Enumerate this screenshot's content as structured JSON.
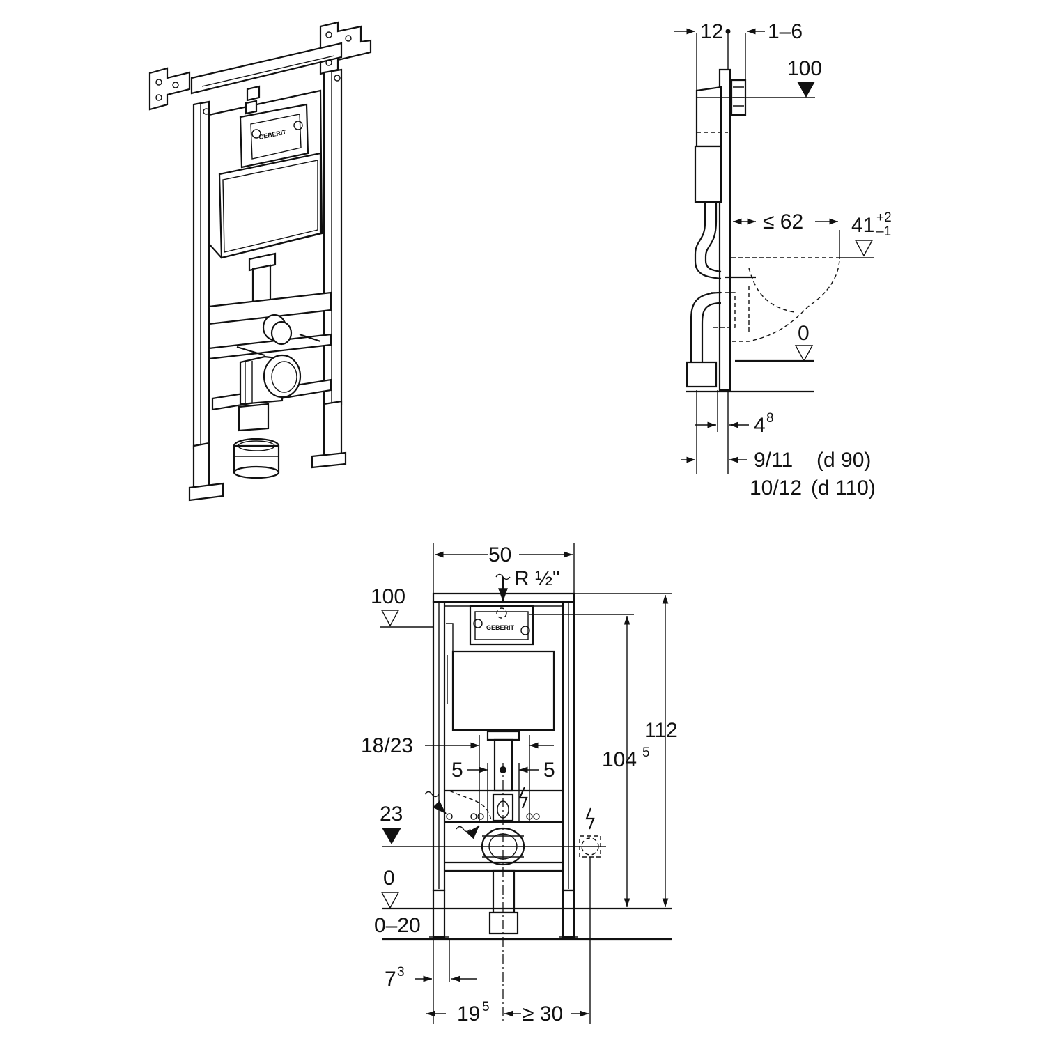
{
  "brand": "GEBERIT",
  "side_view": {
    "dim_wall_offset": "12",
    "dim_adjust": "1–6",
    "level_top": "100",
    "dim_bowl_depth": "≤ 62",
    "dim_seat_height_base": "41",
    "dim_seat_height_tol_plus": "+2",
    "dim_seat_height_tol_minus": "–1",
    "level_floor": "0",
    "dim_foot_base": "4",
    "dim_foot_sup": "8",
    "dim_pipe_d90": "9/11",
    "label_d90": "(d 90)",
    "dim_pipe_d110": "10/12",
    "label_d110": "(d 110)"
  },
  "front_view": {
    "dim_width": "50",
    "water_supply": "R ½\"",
    "level_top": "100",
    "dim_total_height": "112",
    "dim_height_base": "104",
    "dim_height_sup": "5",
    "dim_bolt_spacing": "18/23",
    "dim_left_5": "5",
    "dim_right_5": "5",
    "level_drain": "23",
    "level_floor": "0",
    "dim_floor_range": "0–20",
    "dim_leg_base": "7",
    "dim_leg_sup": "3",
    "dim_axis_base": "19",
    "dim_axis_sup": "5",
    "dim_side_clearance": "≥ 30"
  }
}
